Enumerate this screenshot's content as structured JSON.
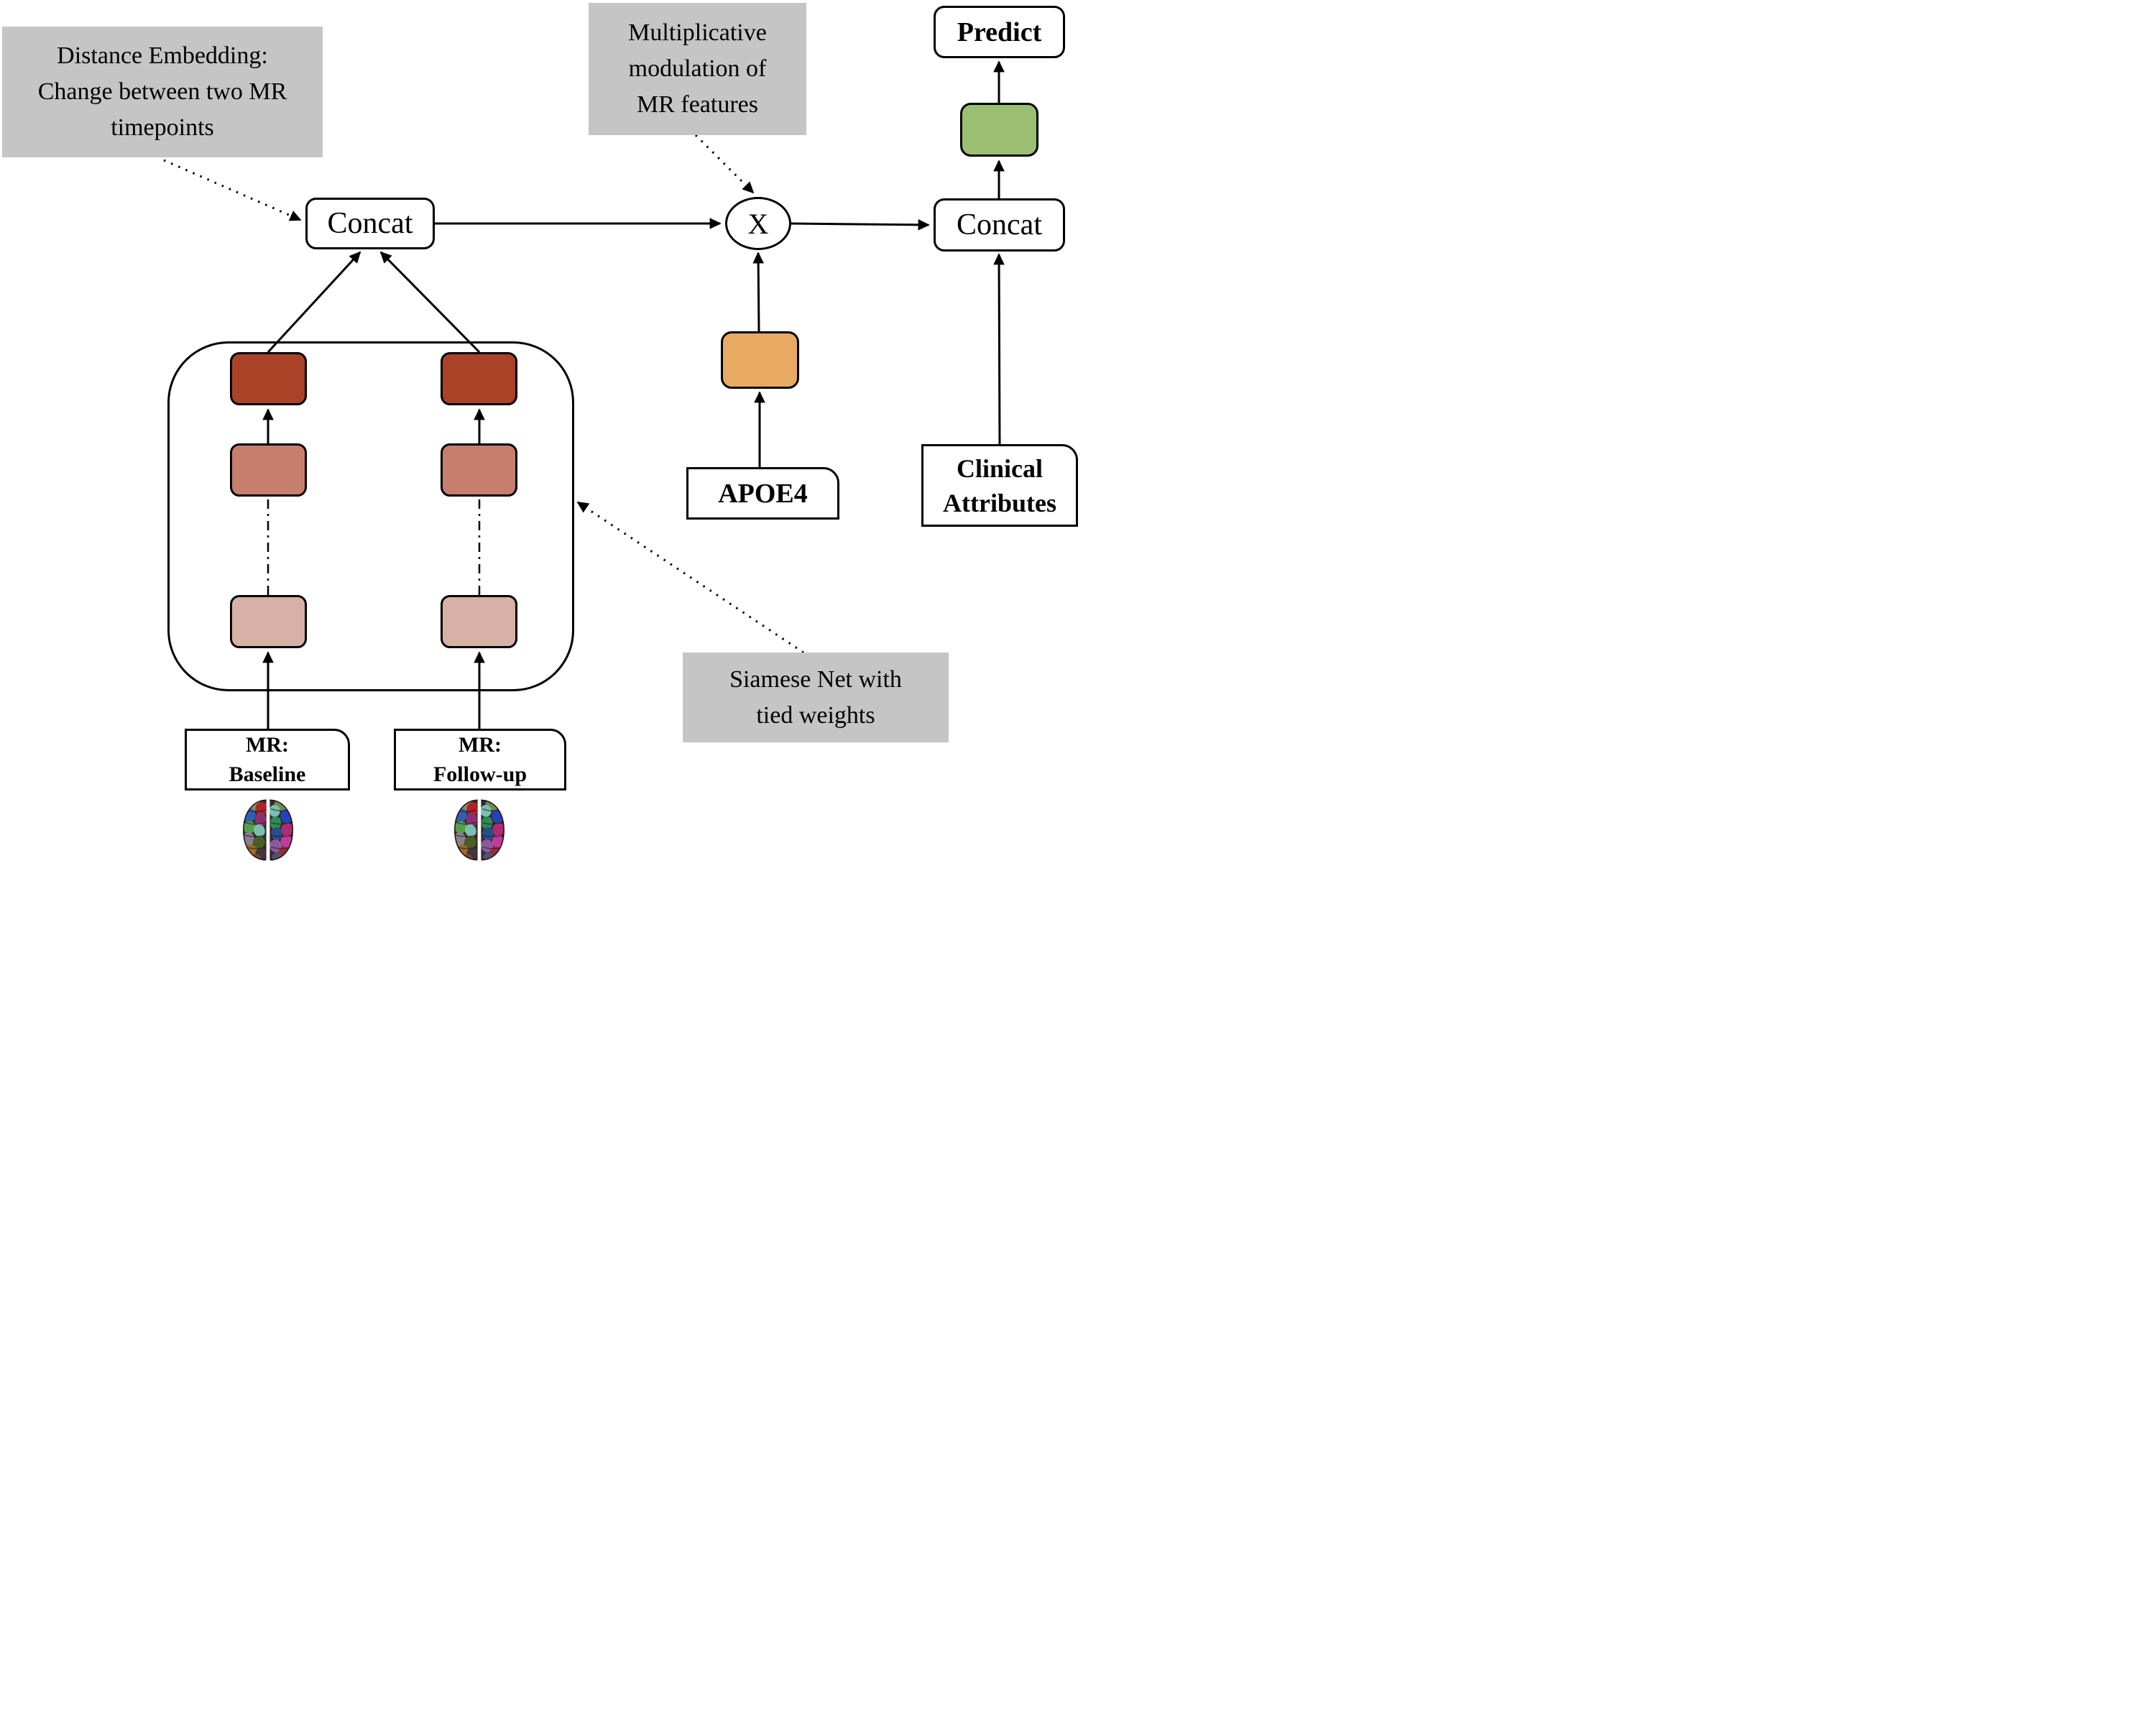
{
  "annotations": {
    "distance_embedding": {
      "lines": [
        "Distance Embedding:",
        "Change between two MR",
        "timepoints"
      ]
    },
    "multiplicative": {
      "lines": [
        "Multiplicative",
        "modulation of",
        "MR features"
      ]
    },
    "siamese": {
      "lines": [
        "Siamese Net with",
        "tied weights"
      ]
    }
  },
  "nodes": {
    "concat_left": {
      "label": "Concat"
    },
    "multiply": {
      "label": "X"
    },
    "concat_right": {
      "label": "Concat"
    },
    "predict": {
      "label": "Predict"
    },
    "apoe4": {
      "label": "APOE4"
    },
    "clinical": {
      "lines": [
        "Clinical",
        "Attributes"
      ]
    },
    "mr_baseline": {
      "lines": [
        "MR:",
        "Baseline"
      ]
    },
    "mr_followup": {
      "lines": [
        "MR:",
        "Follow-up"
      ]
    }
  },
  "icons": {
    "brain_baseline": "brain-mri-parcellation",
    "brain_followup": "brain-mri-parcellation"
  },
  "colors": {
    "annotation_gray": "#c5c5c5",
    "siamese_layer_dark": "#aa4228",
    "siamese_layer_mid": "#c87e6c",
    "siamese_layer_light": "#d7b1a5",
    "apoe_embedding_orange": "#e8aa63",
    "hidden_layer_green": "#9abf72",
    "stroke_black": "#000000"
  }
}
